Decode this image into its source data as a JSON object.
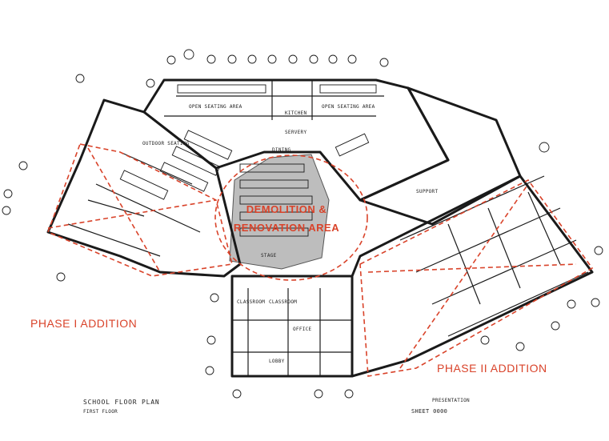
{
  "labels": {
    "demolition": "DEMOLITION &",
    "renovation": "RENOVATION AREA",
    "phase1": "PHASE I ADDITION",
    "phase2": "PHASE II ADDITION"
  },
  "title_block": {
    "title": "SCHOOL FLOOR PLAN",
    "subtitle": "FIRST FLOOR",
    "right_label": "PRESENTATION",
    "sheet": "SHEET   0000"
  },
  "rooms": {
    "open_seating_1": "OPEN SEATING AREA",
    "open_seating_2": "OPEN SEATING AREA",
    "outdoor_seating": "OUTDOOR SEATING",
    "servery": "SERVERY",
    "kitchen": "KITCHEN",
    "dining": "DINING",
    "stage": "STAGE",
    "classroom_1": "CLASSROOM",
    "classroom_2": "CLASSROOM",
    "support": "SUPPORT",
    "office": "OFFICE",
    "lobby": "LOBBY"
  },
  "colors": {
    "red": "#d9432a",
    "line": "#1a1a1a",
    "demo_fill": "#bdbdbd"
  }
}
